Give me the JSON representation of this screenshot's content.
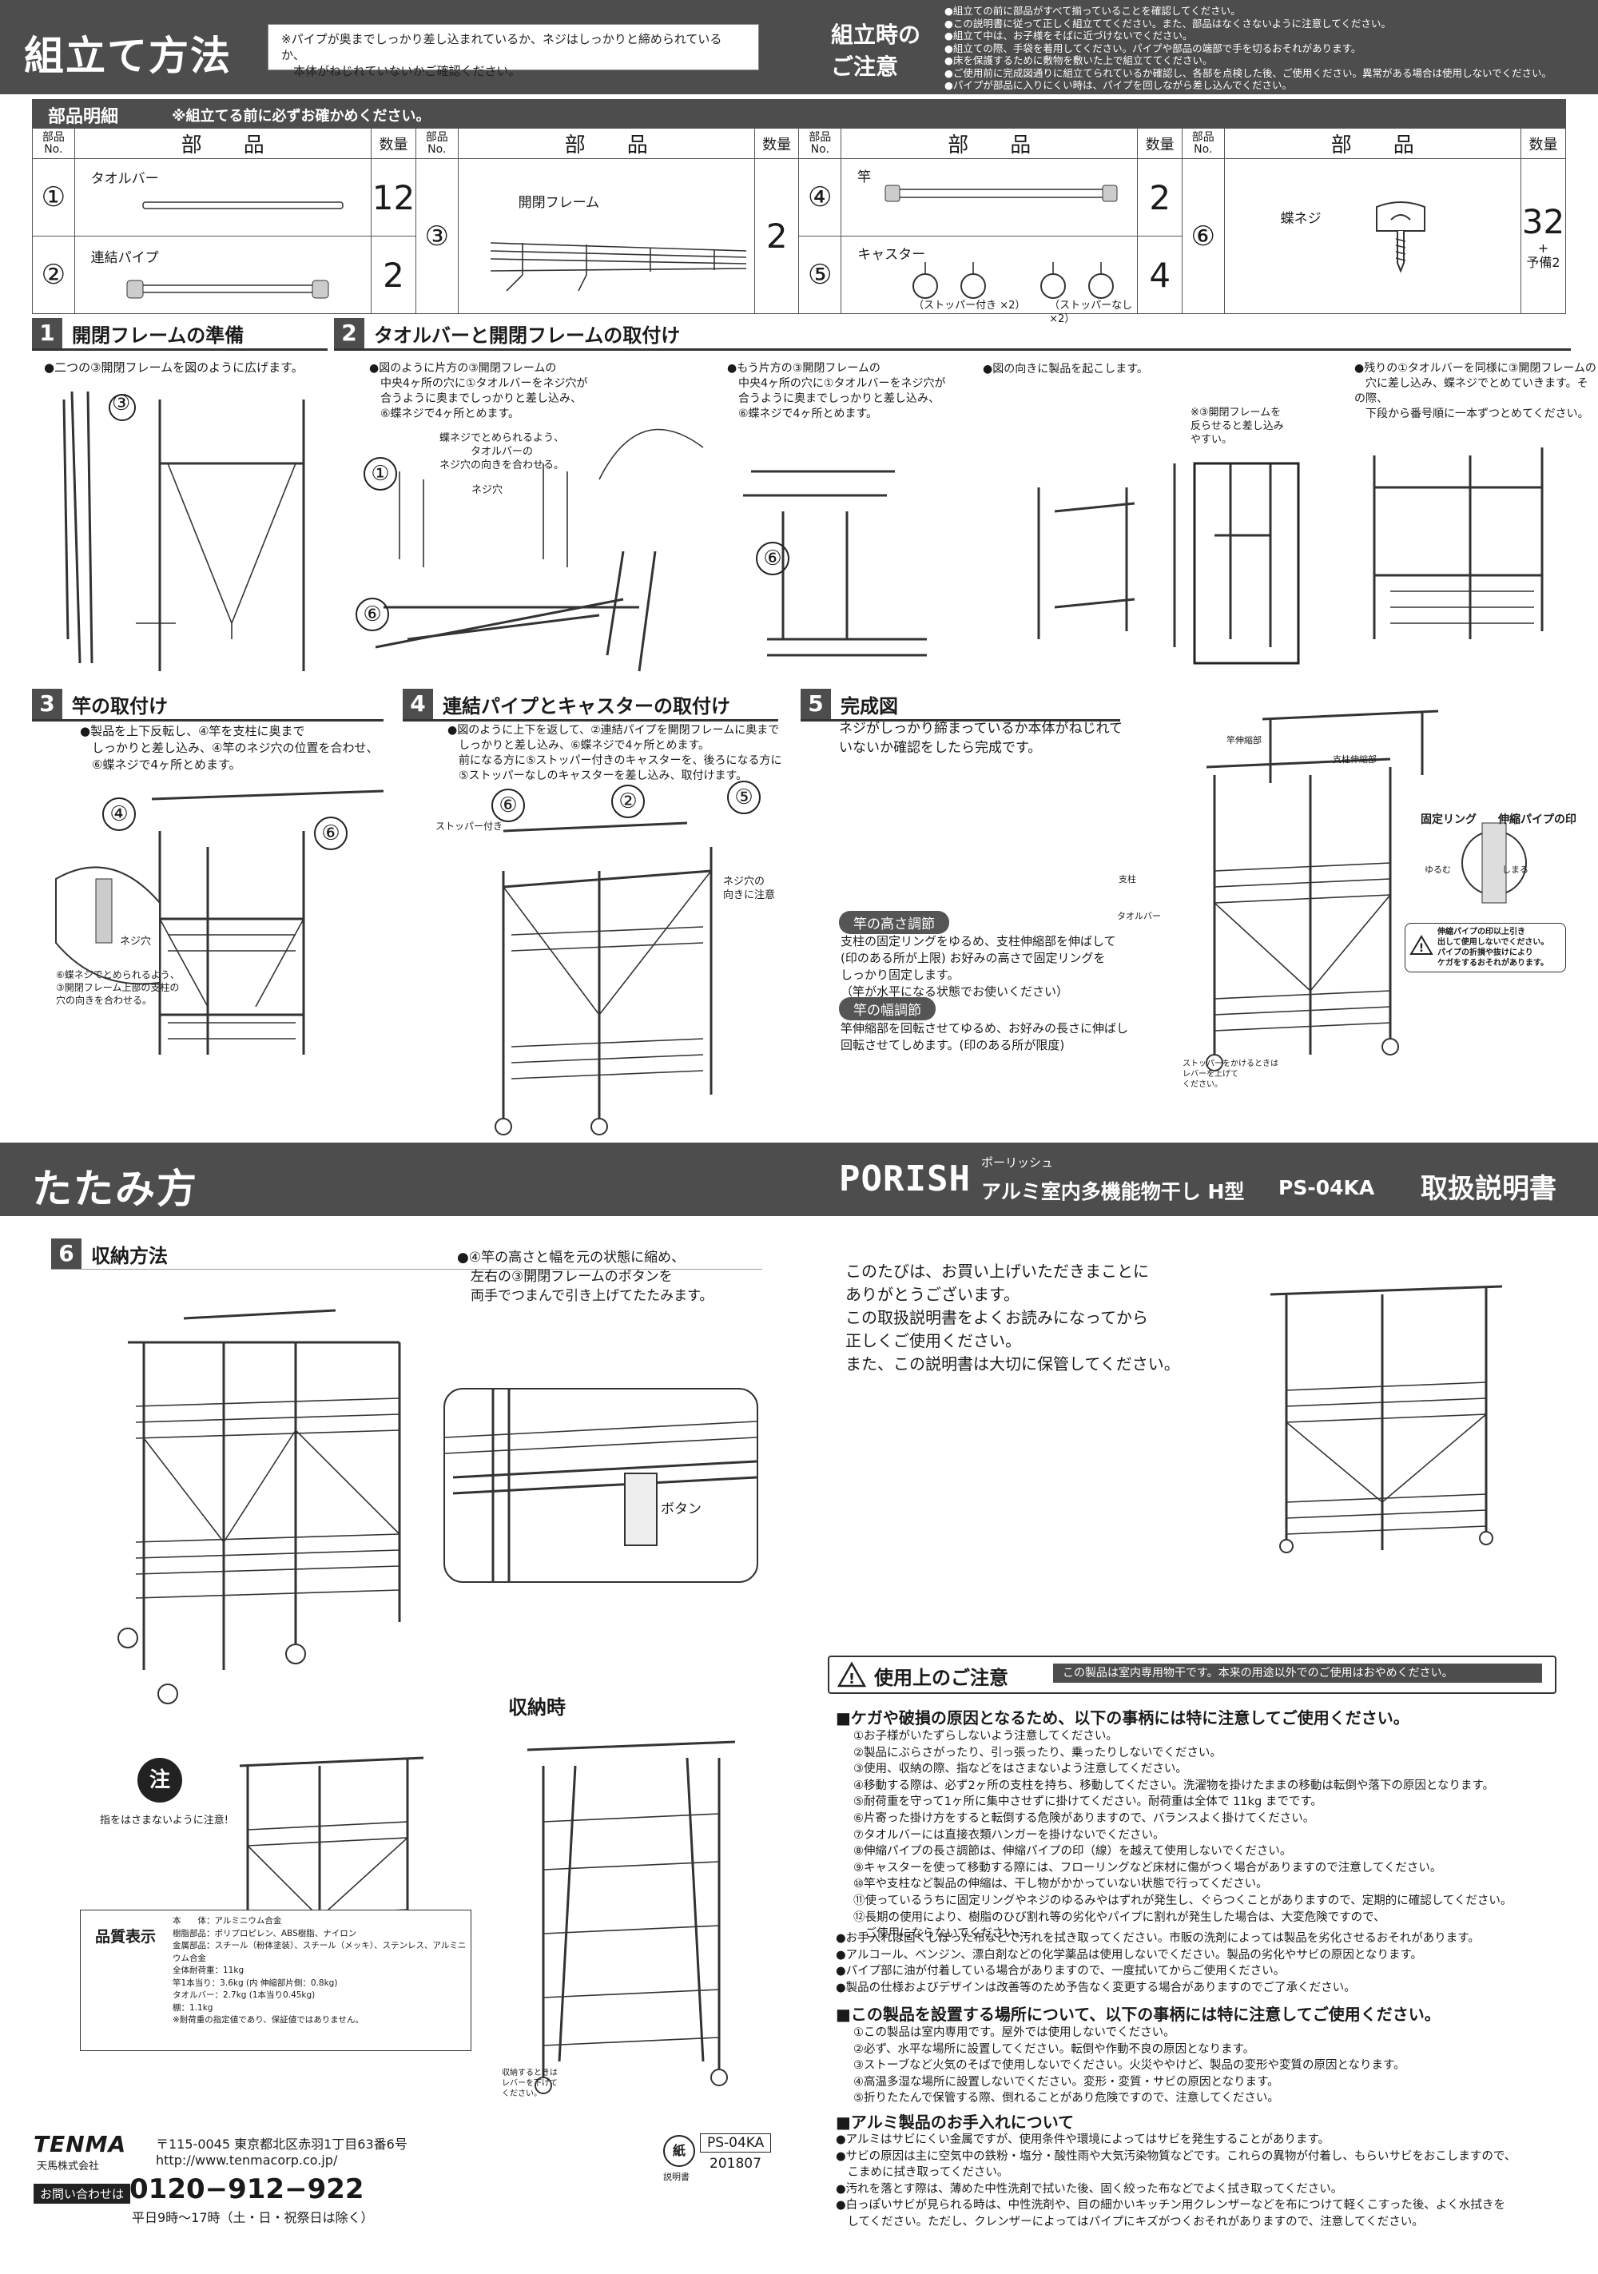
{
  "header": {
    "title": "組立て方法",
    "notice": "※パイプが奥までしっかり差し込まれているか、ネジはしっかりと締められているか、\n　本体がねじれていないかご確認ください。",
    "caution_title": "組立時の\nご注意",
    "caution_items": "●組立ての前に部品がすべて揃っていることを確認してください。\n●この説明書に従って正しく組立ててください。また、部品はなくさないように注意してください。\n●組立て中は、お子様をそばに近づけないでください。\n●組立ての際、手袋を着用してください。パイプや部品の端部で手を切るおそれがあります。\n●床を保護するために敷物を敷いた上で組立ててください。\n●ご使用前に完成図通りに組立てられているか確認し、各部を点検した後、ご使用ください。異常がある場合は使用しないでください。\n●パイプが部品に入りにくい時は、パイプを回しながら差し込んでください。"
  },
  "parts": {
    "title": "部品明細",
    "note": "※組立てる前に必ずお確かめください。",
    "col_no": "部品\nNo.",
    "col_name": "部　　品",
    "col_qty": "数量",
    "items": [
      {
        "no": "①",
        "name": "タオルバー",
        "qty": "12"
      },
      {
        "no": "②",
        "name": "連結パイプ",
        "qty": "2"
      },
      {
        "no": "③",
        "name": "開閉フレーム",
        "qty": "2"
      },
      {
        "no": "④",
        "name": "竿",
        "qty": "2"
      },
      {
        "no": "⑤",
        "name": "キャスター",
        "qty": "4"
      },
      {
        "no": "⑥",
        "name": "蝶ネジ",
        "qty": "32",
        "qty_extra": "+\n予備2"
      }
    ],
    "caster_note_a": "（ストッパー付き ×2）",
    "caster_note_b": "（ストッパーなし ×2）"
  },
  "steps": {
    "s1": {
      "num": "1",
      "title": "開閉フレームの準備",
      "text": "●二つの③開閉フレームを図のように広げます。",
      "label": "③"
    },
    "s2": {
      "num": "2",
      "title": "タオルバーと開閉フレームの取付け",
      "text_a": "●図のように片方の③開閉フレームの\n　中央4ヶ所の穴に①タオルバーをネジ穴が\n　合うように奥までしっかりと差し込み、\n　⑥蝶ネジで4ヶ所とめます。",
      "note_a": "蝶ネジでとめられるよう、\nタオルバーの\nネジ穴の向きを合わせる。",
      "nejiana": "ネジ穴",
      "text_b": "●もう片方の③開閉フレームの\n　中央4ヶ所の穴に①タオルバーをネジ穴が\n　合うように奥までしっかりと差し込み、\n　⑥蝶ネジで4ヶ所とめます。",
      "text_c": "●図の向きに製品を起こします。",
      "text_d": "●残りの①タオルバーを同様に③開閉フレームの\n　穴に差し込み、蝶ネジでとめていきます。その際、\n　下段から番号順に一本ずつとめてください。",
      "note_d": "※③開閉フレームを\n反らせると差し込み\nやすい。",
      "label1": "①",
      "label6": "⑥"
    },
    "s3": {
      "num": "3",
      "title": "竿の取付け",
      "text": "●製品を上下反転し、④竿を支柱に奥まで\n　しっかりと差し込み、④竿のネジ穴の位置を合わせ、\n　⑥蝶ネジで4ヶ所とめます。",
      "note": "⑥蝶ネジでとめられるよう、\n③開閉フレーム上部の支柱の\n穴の向きを合わせる。",
      "nejiana": "ネジ穴",
      "label4": "④",
      "label6": "⑥"
    },
    "s4": {
      "num": "4",
      "title": "連結パイプとキャスターの取付け",
      "text": "●図のように上下を返して、②連結パイプを開閉フレームに奥まで\n　しっかりと差し込み、⑥蝶ネジで4ヶ所とめます。\n　前になる方に⑤ストッパー付きのキャスターを、後ろになる方に\n　⑤ストッパーなしのキャスターを差し込み、取付けます。",
      "stopper": "ストッパー付き",
      "note": "ネジ穴の\n向きに注意",
      "label2": "②",
      "label5": "⑤",
      "label6": "⑥"
    },
    "s5": {
      "num": "5",
      "title": "完成図",
      "text": "ネジがしっかり締まっているか本体がねじれて\nいないか確認をしたら完成です。",
      "height_pill": "竿の高さ調節",
      "height_text": "支柱の固定リングをゆるめ、支柱伸縮部を伸ばして\n(印のある所が上限) お好みの高さで固定リングを\nしっかり固定します。\n（竿が水平になる状態でお使いください）",
      "width_pill": "竿の幅調節",
      "width_text": "竿伸縮部を回転させてゆるめ、お好みの長さに伸ばし\n回転させてしめます。(印のある所が限度)",
      "label_pole": "竿伸縮部",
      "label_strut": "支柱伸縮部",
      "label_ring": "固定リング",
      "label_extend": "伸縮パイプの印",
      "label_shichu": "支柱",
      "label_towel": "タオルバー",
      "loosen": "ゆるむ",
      "tighten": "しまる",
      "warn": "伸縮パイプの印以上引き\n出して使用しないでください。\nパイプの折損や抜けにより\nケガをするおそれがあります。",
      "stopper_note": "ストッパーをかけるときは\nレバーを上げて\nください。"
    }
  },
  "fold": {
    "title": "たたみ方",
    "brand": "PORISH",
    "brand_kana": "ポーリッシュ",
    "product": "アルミ室内多機能物干し H型",
    "model": "PS-04KA",
    "manual": "取扱説明書",
    "s6": {
      "num": "6",
      "title": "収納方法",
      "text": "●④竿の高さと幅を元の状態に縮め、\n　左右の③開閉フレームのボタンを\n　両手でつまんで引き上げてたたみます。",
      "button": "ボタン",
      "storage": "収納時",
      "caution": "指をはさまないように注意!",
      "caution_mark": "注",
      "caster_note": "収納するときは\nレバーを下げて\nください。"
    }
  },
  "intro": "このたびは、お買い上げいただきまことに\nありがとうございます。\nこの取扱説明書をよくお読みになってから\n正しくご使用ください。\nまた、この説明書は大切に保管してください。",
  "usage": {
    "title": "使用上のご注意",
    "banner": "この製品は室内専用物干です。本来の用途以外でのご使用はおやめください。",
    "h1": "■ケガや破損の原因となるため、以下の事柄には特に注意してご使用ください。",
    "list1": "①お子様がいたずらしないよう注意してください。\n②製品にぶらさがったり、引っ張ったり、乗ったりしないでください。\n③使用、収納の際、指などをはさまないよう注意してください。\n④移動する際は、必ず2ヶ所の支柱を持ち、移動してください。洗濯物を掛けたままの移動は転倒や落下の原因となります。\n⑤耐荷重を守って1ヶ所に集中させずに掛けてください。耐荷重は全体で 11kg までです。\n⑥片寄った掛け方をすると転倒する危険がありますので、バランスよく掛けてください。\n⑦タオルバーには直接衣類ハンガーを掛けないでください。\n⑧伸縮パイプの長さ調節は、伸縮パイプの印（線）を越えて使用しないでください。\n⑨キャスターを使って移動する際には、フローリングなど床材に傷がつく場合がありますので注意してください。\n⑩竿や支柱など製品の伸縮は、干し物がかかっていない状態で行ってください。\n⑪使っているうちに固定リングやネジのゆるみやはずれが発生し、ぐらつくことがありますので、定期的に確認してください。\n⑫長期の使用により、樹脂のひび割れ等の劣化やパイプに割れが発生した場合は、大変危険ですので、\n　ご使用にならないでください。",
    "bullets1": "●お手入れは固くしぼった布などで汚れを拭き取ってください。市販の洗剤によっては製品を劣化させるおそれがあります。\n●アルコール、ベンジン、漂白剤などの化学薬品は使用しないでください。製品の劣化やサビの原因となります。\n●パイプ部に油が付着している場合がありますので、一度拭いてからご使用ください。\n●製品の仕様およびデザインは改善等のため予告なく変更する場合がありますのでご了承ください。",
    "h2": "■この製品を設置する場所について、以下の事柄には特に注意してご使用ください。",
    "list2": "①この製品は室内専用です。屋外では使用しないでください。\n②必ず、水平な場所に設置してください。転倒や作動不良の原因となります。\n③ストーブなど火気のそばで使用しないでください。火災ややけど、製品の変形や変質の原因となります。\n④高温多湿な場所に設置しないでください。変形・変質・サビの原因となります。\n⑤折りたたんで保管する際、倒れることがあり危険ですので、注意してください。",
    "h3": "■アルミ製品のお手入れについて",
    "bullets3": "●アルミはサビにくい金属ですが、使用条件や環境によってはサビを発生することがあります。\n●サビの原因は主に空気中の鉄粉・塩分・酸性雨や大気汚染物質などです。これらの異物が付着し、もらいサビをおこしますので、\n　こまめに拭き取ってください。\n●汚れを落とす際は、薄めた中性洗剤で拭いた後、固く絞った布などでよく拭き取ってください。\n●白っぽいサビが見られる時は、中性洗剤や、目の細かいキッチン用クレンザーなどを布につけて軽くこすった後、よく水拭きを\n　してください。ただし、クレンザーによってはパイプにキズがつくおそれがありますので、注意してください。"
  },
  "quality": {
    "title": "品質表示",
    "text": "本　　体：アルミニウム合金\n樹脂部品：ポリプロピレン、ABS樹脂、ナイロン\n金属部品：スチール（粉体塗装）、スチール（メッキ）、ステンレス、アルミニウム合金\n全体耐荷重：11kg\n竿1本当り：3.6kg (内 伸縮部片側：0.8kg)\nタオルバー：2.7kg (1本当り0.45kg)\n棚：1.1kg\n※耐荷重の指定値であり、保証値ではありません。"
  },
  "footer": {
    "company_logo": "TENMA",
    "company_name": "天馬株式会社",
    "address": "〒115-0045 東京都北区赤羽1丁目63番6号",
    "url": "http://www.tenmacorp.co.jp/",
    "contact_label": "お問い合わせは",
    "phone": "0120−912−922",
    "hours": "平日9時〜17時（土・日・祝祭日は除く）",
    "recycle": "紙",
    "recycle_caption": "説明書",
    "code": "PS-04KA",
    "date": "201807"
  },
  "colors": {
    "bar": "#4d4d4d",
    "text": "#1a1a1a"
  }
}
